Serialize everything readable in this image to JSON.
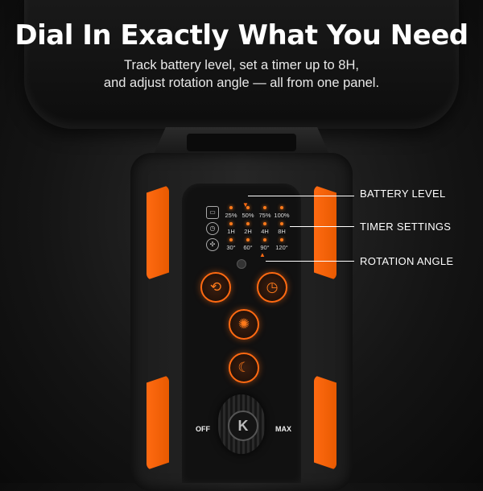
{
  "headline": "Dial In Exactly What You Need",
  "subline": {
    "line1": "Track battery level, set a timer up to 8H,",
    "line2": "and adjust rotation angle — all from one panel."
  },
  "panel": {
    "battery": [
      "25%",
      "50%",
      "75%",
      "100%"
    ],
    "timer": [
      "1H",
      "2H",
      "4H",
      "8H"
    ],
    "angle": [
      "30°",
      "60°",
      "90°",
      "120°"
    ],
    "row_icons": [
      "battery-icon",
      "clock-icon",
      "fan-icon"
    ]
  },
  "callouts": {
    "battery": "BATTERY LEVEL",
    "timer": "TIMER SETTINGS",
    "rotation": "ROTATION ANGLE"
  },
  "knob": {
    "off": "OFF",
    "max": "MAX",
    "logo": "K"
  },
  "colors": {
    "accent": "#ff6a12",
    "background": "#141414"
  }
}
